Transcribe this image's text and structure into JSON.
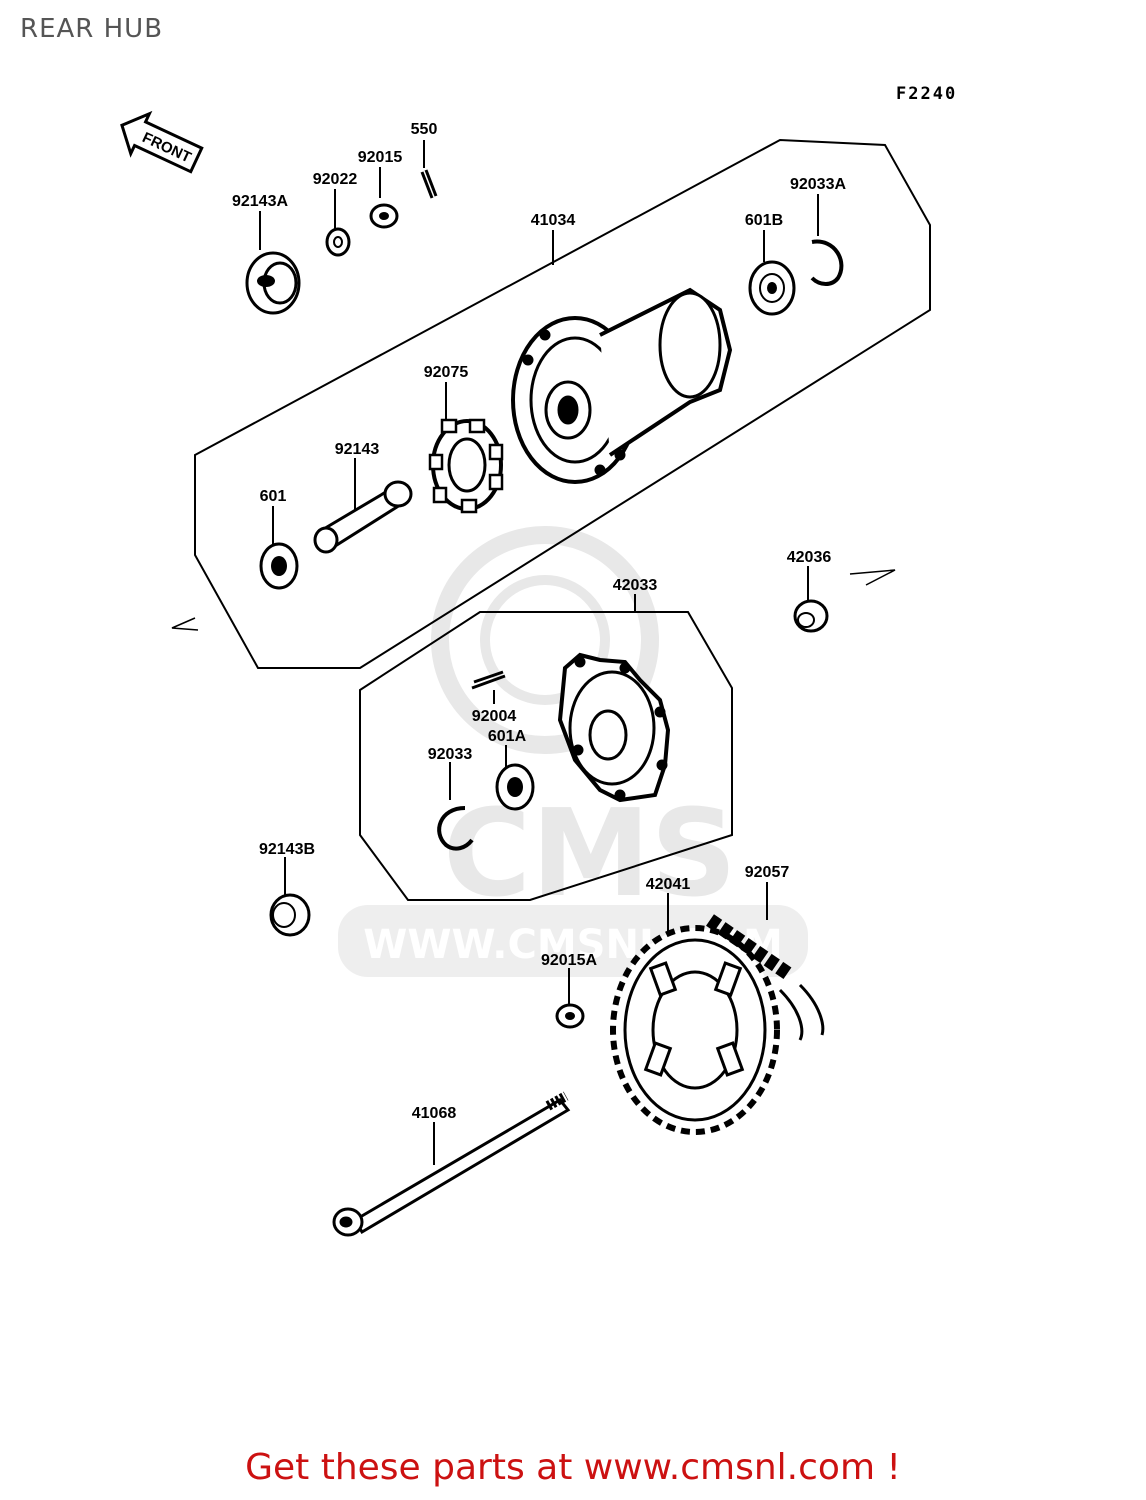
{
  "title": "REAR HUB",
  "diagram_code": "F2240",
  "front_arrow_label": "FRONT",
  "footer_text": "Get these parts at www.cmsnl.com !",
  "watermark": {
    "big": "CMS",
    "url": "WWW.CMSNL.COM"
  },
  "colors": {
    "footer": "#cc1111",
    "title": "#555555",
    "line": "#000000",
    "watermark": "#e6e6e6"
  },
  "parts": {
    "p550": "550",
    "p92015": "92015",
    "p92022": "92022",
    "p92143A": "92143A",
    "p41034": "41034",
    "p92033A": "92033A",
    "p601B": "601B",
    "p92075": "92075",
    "p92143": "92143",
    "p601": "601",
    "p42036": "42036",
    "p42033": "42033",
    "p92004": "92004",
    "p601A": "601A",
    "p92033": "92033",
    "p92143B": "92143B",
    "p42041": "42041",
    "p92057": "92057",
    "p92015A": "92015A",
    "p41068": "41068"
  }
}
